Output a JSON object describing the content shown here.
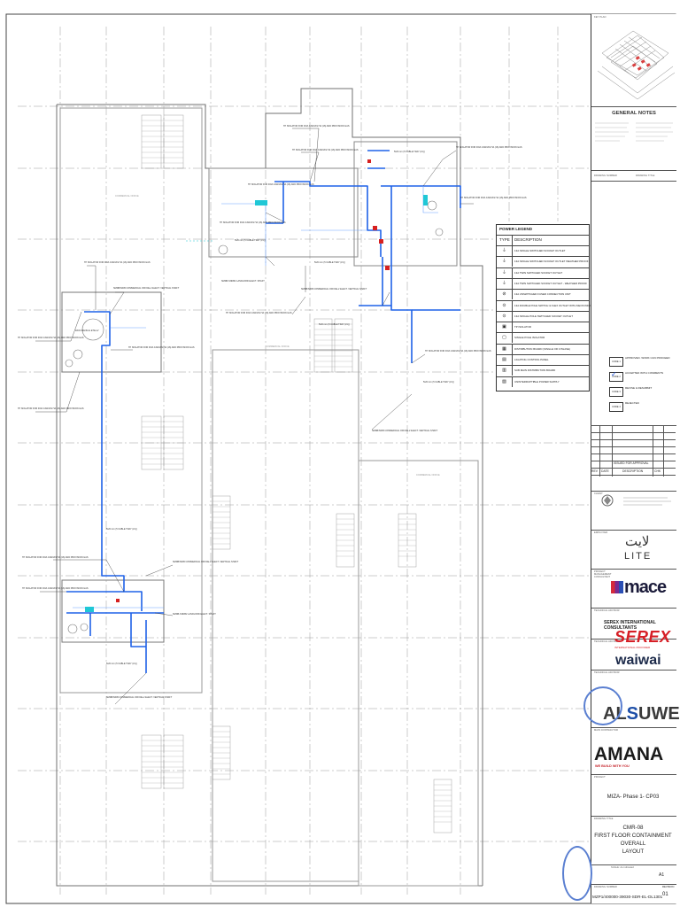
{
  "title_block": {
    "key_plan_label": "KEY PLAN",
    "general_notes_title": "GENERAL NOTES",
    "drawing_number_label": "DRAWING NUMBER",
    "drawing_title_label": "DRAWING TITLE",
    "description_label": "DESCRIPTION",
    "client_label": "CLIENT",
    "employer_label": "EMPLOYER",
    "project_management_label": "PROJECT MANAGEMENT CONSULTANT",
    "technical_advisor_label": "TECHNICAL ADVISOR",
    "main_contractor_label": "MAIN CONTRACTOR",
    "project_label": "PROJECT",
    "scale_label": "SCALE: As indicated",
    "sheet_size": "A1",
    "revision_label": "REVISION",
    "revision": "01",
    "project_name": "MIZA- Phase 1- CP03",
    "drawing_title_line1": "CMR-08",
    "drawing_title_line2": "FIRST FLOOR CONTAINMENT OVERALL",
    "drawing_title_line3": "LAYOUT",
    "drawing_number": "MZP1/400000-39030-SDR-EL-DL1301"
  },
  "logos": {
    "lite_arabic": "لايت",
    "lite": "LITE",
    "mace": "mace",
    "serex_consultants": "SEREX INTERNATIONAL CONSULTANTS",
    "serex": "SEREX",
    "serex_sub": "INTERNATIONAL PROVIDER",
    "waiwai": "waiwai",
    "alsuweidi_pre": "AL",
    "alsuweidi_s": "S",
    "alsuweidi_post": "UWEIDI",
    "amana": "AMANA",
    "amana_tag": "WE BUILD WITH YOU"
  },
  "legend": {
    "title": "POWER LEGEND",
    "col_type": "TYPE",
    "col_desc": "DESCRIPTION",
    "rows": [
      {
        "symbol": "⏚",
        "description": "13A SINGLE SWITCHED SOCKET OUTLET"
      },
      {
        "symbol": "⏚",
        "description": "13A SINGLE SWITCHED SOCKET OUTLET WEATHER PROOF"
      },
      {
        "symbol": "⏚",
        "description": "13A TWIN SWITCHED SOCKET OUTLET"
      },
      {
        "symbol": "⏚",
        "description": "13A TWIN SWITCHED SOCKET OUTLET - WEATHER PROOF"
      },
      {
        "symbol": "⊘",
        "description": "13A UNSWITCHED FUSED CONNECTION UNIT"
      },
      {
        "symbol": "⊙",
        "description": "13A DOUBLE POLE SWITCH & FLEX OUTLET WITH NEON INDICATOR"
      },
      {
        "symbol": "⊙",
        "description": "13A SINGLE POLE SWITCHED SOCKET OUTLET"
      },
      {
        "symbol": "▣",
        "description": "TP ISOLATOR"
      },
      {
        "symbol": "▢",
        "description": "SINGLE POLE ISOLATOR"
      },
      {
        "symbol": "▦",
        "description": "DISTRIBUTION BOARD (SINGLE OR 3 PHASE)"
      },
      {
        "symbol": "▤",
        "description": "LIGHTING CONTROL PANEL"
      },
      {
        "symbol": "▥",
        "description": "SUB MAIN DISTRIBUTION BOARD"
      },
      {
        "symbol": "▧",
        "description": "UNINTERRUPTIBLE POWER SUPPLY"
      }
    ]
  },
  "status_codes": [
    {
      "code": "CODE 1",
      "text": "APPROVED. WORK CAN PROCEED",
      "ticked": false
    },
    {
      "code": "CODE 2",
      "text": "ACCEPTED WITH COMMENTS",
      "ticked": true
    },
    {
      "code": "CODE 3",
      "text": "REVISE & RESUBMIT",
      "ticked": false
    },
    {
      "code": "CODE 4",
      "text": "REJECTED",
      "ticked": false
    }
  ],
  "revision_table": {
    "rev_col": "REV",
    "date_col": "DATE",
    "desc_col": "DESCRIPTION",
    "chk_col": "CHK",
    "row_text": "ISSUED FOR APPROVAL"
  },
  "drawing_labels": [
    "TP ISOLATOR FOR DOA CANVAS HA (16) AND PROVISION GAS",
    "SMDB-SNDB2 LANDLORD ELECT. SHAFT",
    "COMMERCIAL OFFICE",
    "5/20 mm (5 CABLE TRAY (LV))",
    "DATA MANUAL ETE-LV",
    "SMDB/SIDB COMMERCIAL OFFICE-2 ELECT. VERTICAL SHAFT"
  ],
  "colors": {
    "cable_tray": "#1f62e8",
    "wall": "#6d6d6d",
    "grid": "#8a8a8a",
    "isolator": "#d62020",
    "highlight": "#1fc7d6"
  }
}
